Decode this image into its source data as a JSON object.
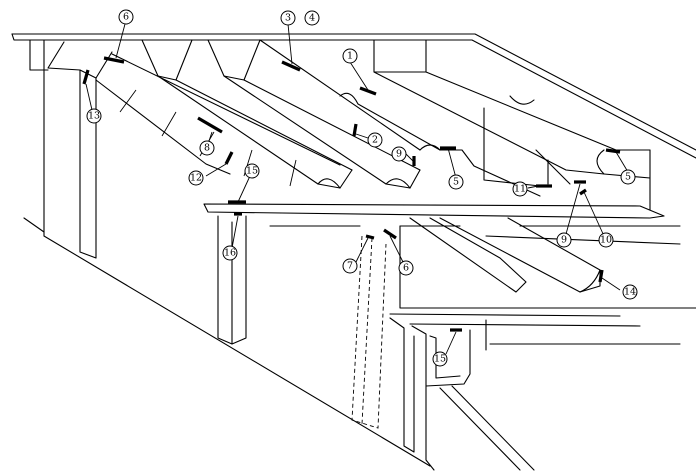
{
  "callouts": [
    {
      "id": "c1",
      "label": "1"
    },
    {
      "id": "c2",
      "label": "2"
    },
    {
      "id": "c3",
      "label": "3"
    },
    {
      "id": "c4",
      "label": "4"
    },
    {
      "id": "c5a",
      "label": "5"
    },
    {
      "id": "c5b",
      "label": "5"
    },
    {
      "id": "c6a",
      "label": "6"
    },
    {
      "id": "c6b",
      "label": "6"
    },
    {
      "id": "c7",
      "label": "7"
    },
    {
      "id": "c8",
      "label": "8"
    },
    {
      "id": "c9a",
      "label": "9"
    },
    {
      "id": "c9b",
      "label": "9"
    },
    {
      "id": "c10",
      "label": "10"
    },
    {
      "id": "c11",
      "label": "11"
    },
    {
      "id": "c12",
      "label": "12"
    },
    {
      "id": "c13",
      "label": "13"
    },
    {
      "id": "c14",
      "label": "14"
    },
    {
      "id": "c15a",
      "label": "15"
    },
    {
      "id": "c15b",
      "label": "15"
    },
    {
      "id": "c16",
      "label": "16"
    }
  ]
}
